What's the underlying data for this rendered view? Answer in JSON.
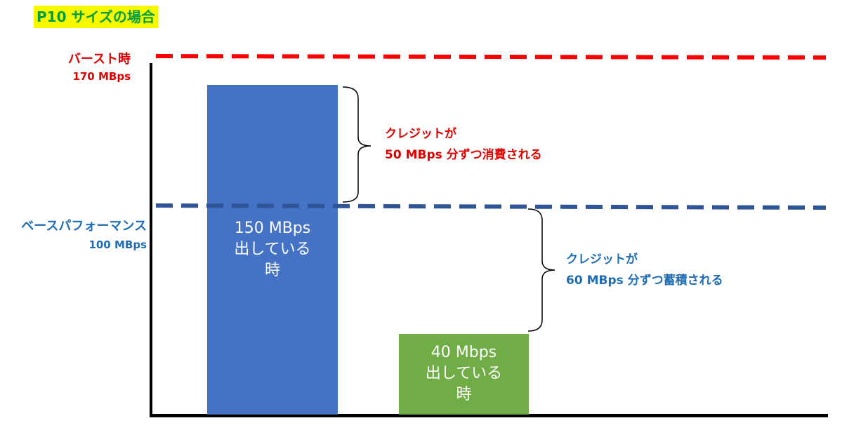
{
  "title": "P10 サイズの場合",
  "burst": {
    "label": "バースト時",
    "value": "170 MBps",
    "color": "#ff0000"
  },
  "baseline": {
    "label": "ベースパフォーマンス",
    "value": "100 MBps",
    "color": "#2f5597"
  },
  "bars": [
    {
      "line1": "150 MBps",
      "line2": "出している",
      "line3": "時",
      "mbps": 150,
      "color": "#4472c4"
    },
    {
      "line1": "40 Mbps",
      "line2": "出している",
      "line3": "時",
      "mbps": 40,
      "color": "#70ad47"
    }
  ],
  "notes": {
    "consume": {
      "line1": "クレジットが",
      "line2": "50 MBps 分ずつ消費される"
    },
    "accumulate": {
      "line1": "クレジットが",
      "line2": "60 MBps 分ずつ蓄積される"
    }
  }
}
